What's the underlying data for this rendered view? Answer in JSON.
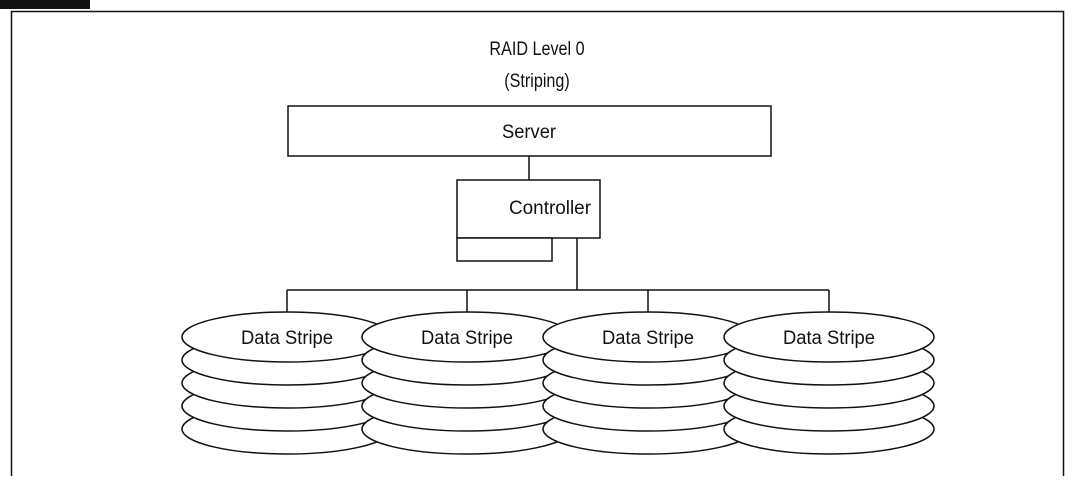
{
  "diagram": {
    "title_line1": "RAID Level 0",
    "title_line2": "(Striping)",
    "server_label": "Server",
    "controller_label": "Controller",
    "disks": [
      {
        "label": "Data Stripe"
      },
      {
        "label": "Data Stripe"
      },
      {
        "label": "Data Stripe"
      },
      {
        "label": "Data Stripe"
      }
    ]
  },
  "colors": {
    "stroke": "#111111",
    "background": "#ffffff"
  }
}
